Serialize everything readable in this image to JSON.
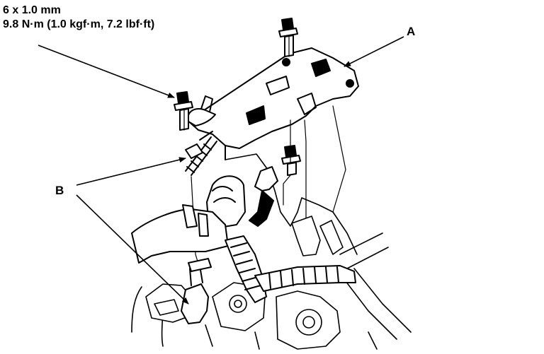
{
  "spec": {
    "bolt_size": "6 x 1.0 mm",
    "torque": "9.8 N·m (1.0 kgf·m, 7.2 lbf·ft)"
  },
  "callouts": {
    "a": "A",
    "b": "B"
  },
  "colors": {
    "ink": "#000000",
    "paper": "#ffffff"
  }
}
